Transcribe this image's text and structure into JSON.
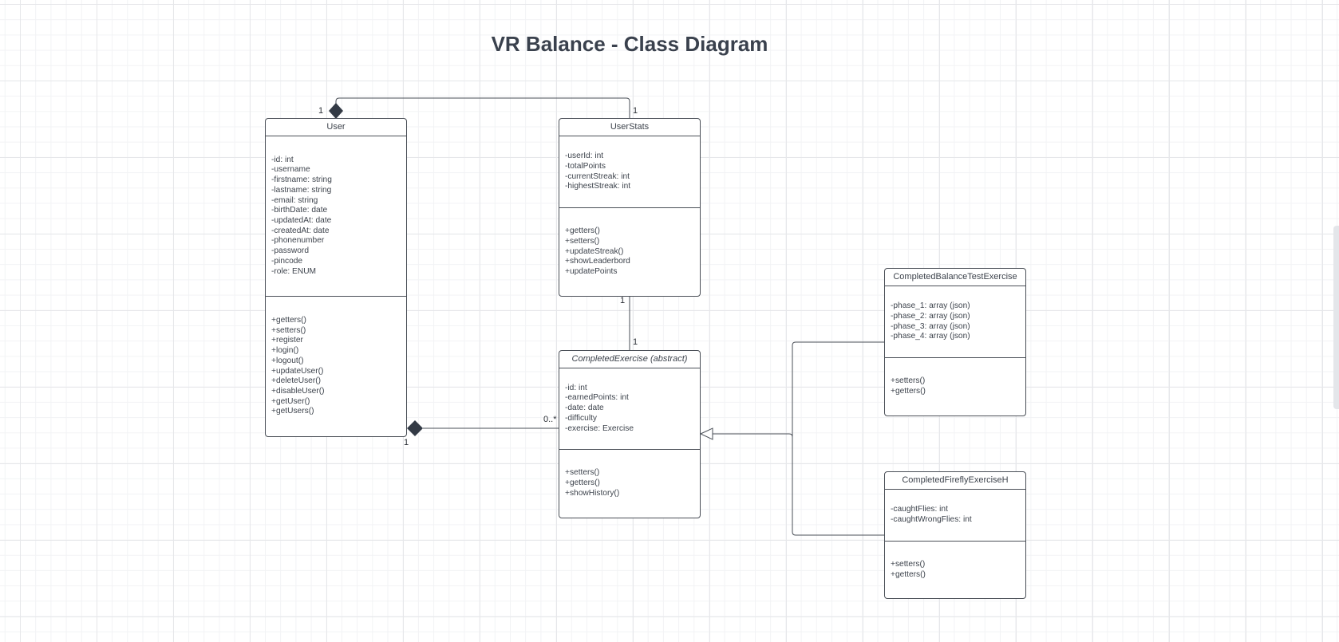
{
  "title": "VR Balance - Class Diagram",
  "classes": {
    "user": {
      "name": "User",
      "attributes": [
        "-id: int",
        "-username",
        "-firstname: string",
        "-lastname: string",
        "-email: string",
        "-birthDate: date",
        "-updatedAt: date",
        "-createdAt: date",
        "-phonenumber",
        "-password",
        "-pincode",
        "-role: ENUM"
      ],
      "operations": [
        "+getters()",
        "+setters()",
        "+register",
        "+login()",
        "+logout()",
        "+updateUser()",
        "+deleteUser()",
        "+disableUser()",
        "+getUser()",
        "+getUsers()"
      ]
    },
    "user_stats": {
      "name": "UserStats",
      "attributes": [
        "-userId: int",
        "-totalPoints",
        "-currentStreak: int",
        "-highestStreak: int"
      ],
      "operations": [
        "+getters()",
        "+setters()",
        "+updateStreak()",
        "+showLeaderbord",
        "+updatePoints"
      ]
    },
    "completed_exercise": {
      "name": "CompletedExercise (abstract)",
      "attributes": [
        "-id: int",
        "-earnedPoints: int",
        "-date: date",
        "-difficulty",
        "-exercise: Exercise"
      ],
      "operations": [
        "+setters()",
        "+getters()",
        "+showHistory()"
      ]
    },
    "completed_balance": {
      "name": "CompletedBalanceTestExercise",
      "attributes": [
        "-phase_1: array (json)",
        "-phase_2: array (json)",
        "-phase_3: array (json)",
        "-phase_4: array (json)"
      ],
      "operations": [
        "+setters()",
        "+getters()"
      ]
    },
    "completed_firefly": {
      "name": "CompletedFireflyExerciseH",
      "attributes": [
        "-caughtFlies: int",
        "-caughtWrongFlies: int"
      ],
      "operations": [
        "+setters()",
        "+getters()"
      ]
    }
  },
  "multiplicities": {
    "user_top": "1",
    "userstats_top": "1",
    "userstats_bottom": "1",
    "exercise_top": "1",
    "user_bottom": "1",
    "exercise_left": "0..*"
  },
  "colors": {
    "line": "#4a4f57",
    "diamond": "#333a45",
    "text": "#3d434c",
    "title": "#3a414d"
  }
}
